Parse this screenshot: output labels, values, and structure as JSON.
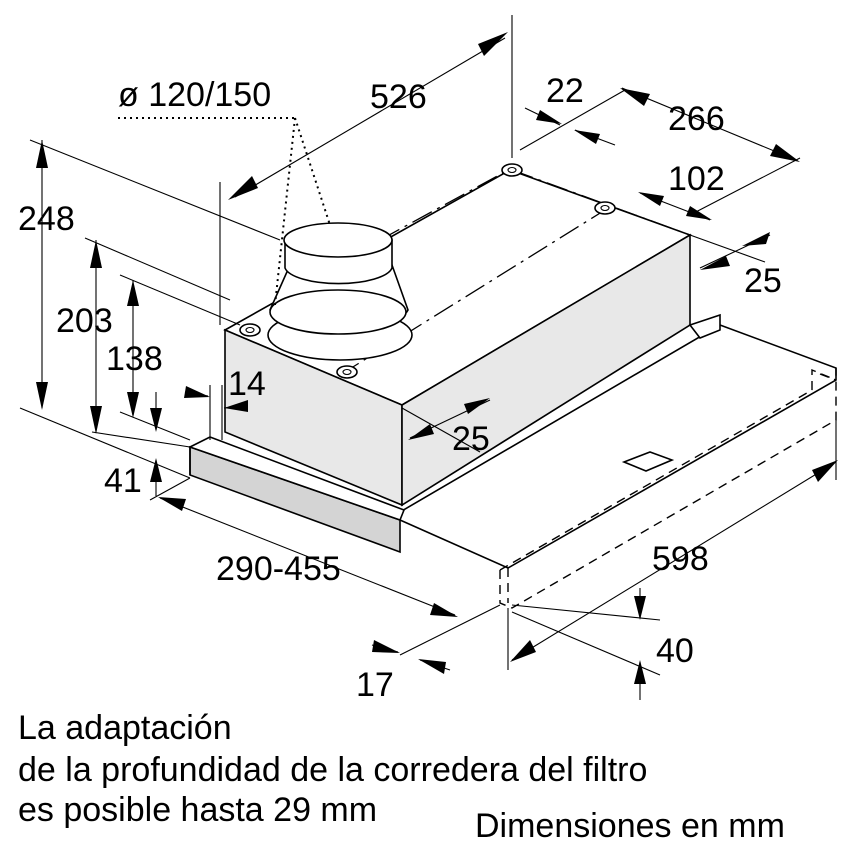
{
  "dimensions": {
    "duct_diameter": "ø 120/150",
    "width_top": "526",
    "offset_22": "22",
    "depth_266": "266",
    "depth_102": "102",
    "side_25_right": "25",
    "height_248": "248",
    "height_203": "203",
    "height_138": "138",
    "offset_14": "14",
    "side_25_front": "25",
    "height_41": "41",
    "depth_range": "290-455",
    "width_598": "598",
    "height_40": "40",
    "offset_17": "17"
  },
  "notes": {
    "line1": "La adaptación",
    "line2": "de la profundidad de la corredera del filtro",
    "line3": "es posible hasta 29 mm",
    "units": "Dimensiones en mm"
  }
}
